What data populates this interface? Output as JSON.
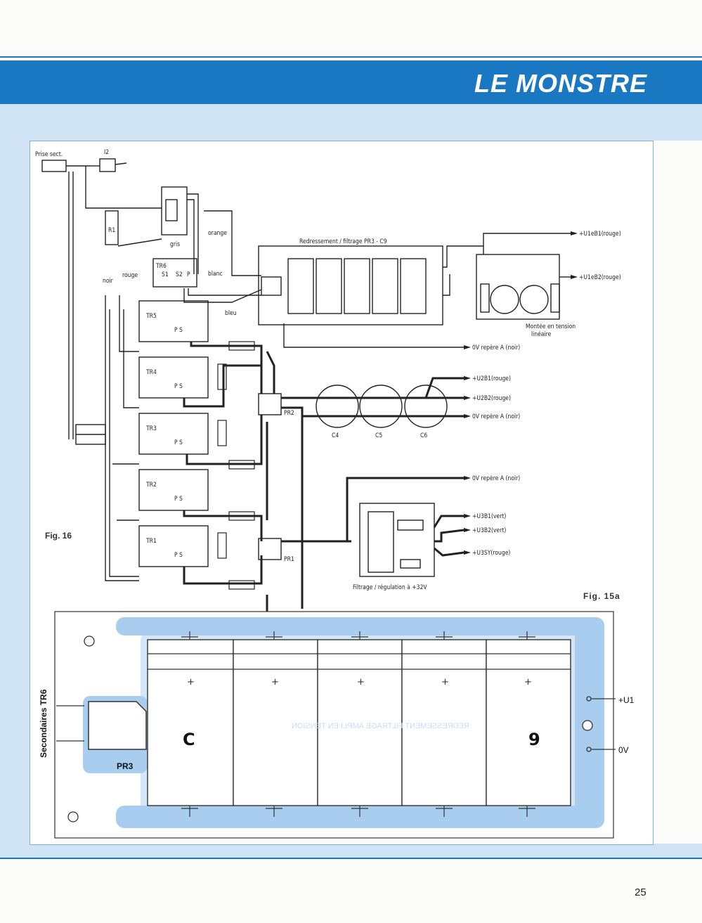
{
  "header": {
    "title": "LE MONSTRE"
  },
  "figure16": {
    "caption": "Fig. 16",
    "labels": {
      "prise_sect": "Prise sect.",
      "i2": "I2",
      "r1": "R1",
      "gris": "gris",
      "orange": "orange",
      "blanc": "blanc",
      "bleu": "bleu",
      "noir": "noir",
      "rouge": "rouge",
      "tr6": "TR6",
      "s1": "S1",
      "s2": "S2",
      "p": "P",
      "tr5": "TR5",
      "tr4": "TR4",
      "tr3": "TR3",
      "tr2": "TR2",
      "tr1": "TR1",
      "ps": "P   S",
      "pr1": "PR1",
      "pr2": "PR2",
      "c4": "C4",
      "c5": "C5",
      "c6": "C6",
      "redressement": "Redressement / filtrage PR3 - C9",
      "montee": "Montée en tension",
      "lineaire": "linéaire",
      "filtrage": "Filtrage / régulation à +32V"
    },
    "outputs": [
      "+U1eB1(rouge)",
      "+U1eB2(rouge)",
      "0V repère A (noir)",
      "+U2B1(rouge)",
      "+U2B2(rouge)",
      "0V repère A (noir)",
      "0V repère A (noir)",
      "+U3B1(vert)",
      "+U3B2(vert)",
      "+U3SY(rouge)"
    ]
  },
  "figure15a": {
    "caption": "Fig. 15a",
    "side_label": "Secondaires TR6",
    "pr3": "PR3",
    "c_left": "C",
    "c_right": "9",
    "out_u1": "+U1",
    "out_0v": "0V",
    "mirrored_text": "REDRESSEMENT FILTRAGE AMPLI EN TENSION"
  },
  "page": {
    "number": "25"
  },
  "colors": {
    "accent": "#1a78c2",
    "light": "#cfe3f4",
    "pcb": "#a9cdef"
  }
}
